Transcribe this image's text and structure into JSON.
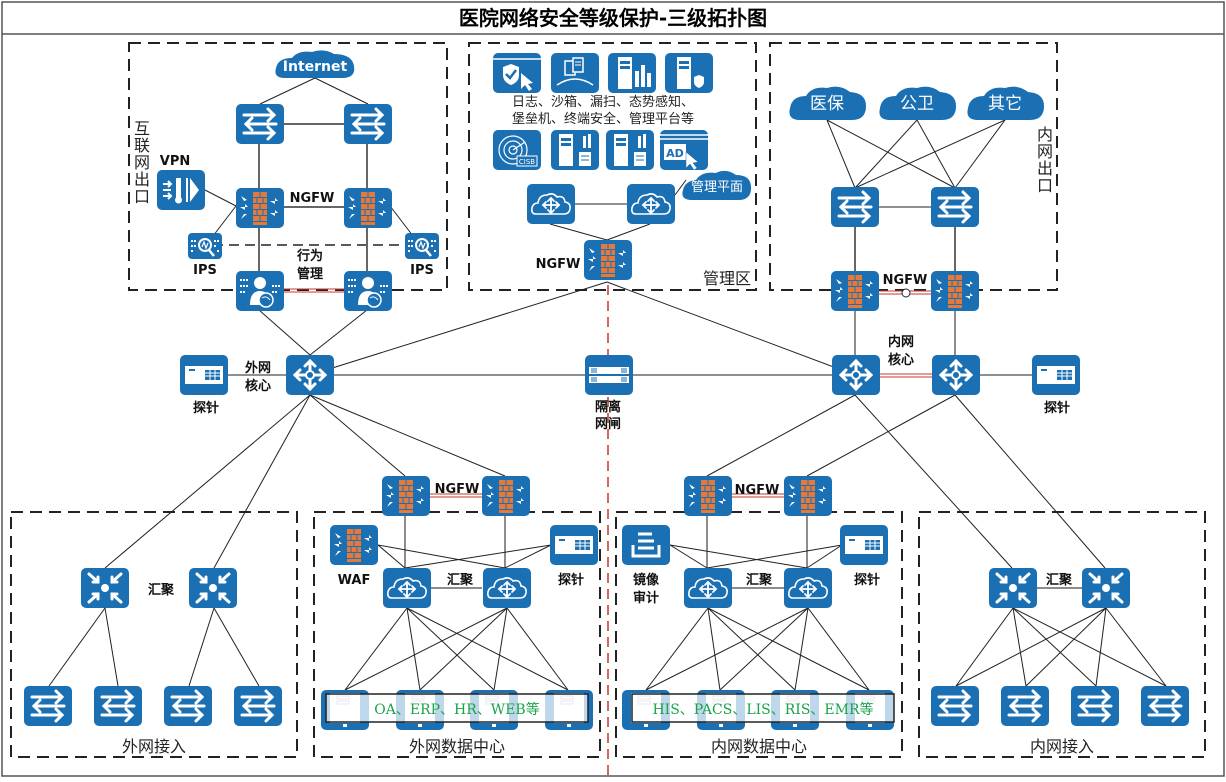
{
  "title": "医院网络安全等级保护-三级拓扑图",
  "colors": {
    "device_blue": "#1b6fb3",
    "firewall_brick": "#e5793a",
    "link_line": "#222222",
    "ha_link": "#c0392b",
    "isolation_line": "#c0392b",
    "app_text_green": "#1aa34a"
  },
  "zones": {
    "internet_exit": {
      "label_chars": [
        "互",
        "联",
        "网",
        "出",
        "口"
      ],
      "cloud": "Internet",
      "vpn_label": "VPN",
      "ngfw_label": "NGFW",
      "ips_left_label": "IPS",
      "ips_right_label": "IPS",
      "behavior_label_1": "行为",
      "behavior_label_2": "管理"
    },
    "management": {
      "label": "管理区",
      "desc_line1": "日志、沙箱、漏扫、态势感知、",
      "desc_line2": "堡垒机、终端安全、管理平台等",
      "ad_label": "AD",
      "plane_cloud": "管理平面",
      "ngfw_label": "NGFW"
    },
    "intranet_exit": {
      "label_chars": [
        "内",
        "网",
        "出",
        "口"
      ],
      "clouds": [
        "医保",
        "公卫",
        "其它"
      ],
      "ngfw_label": "NGFW"
    },
    "core": {
      "ext_core_1": "外网",
      "ext_core_2": "核心",
      "ext_probe": "探针",
      "gap_1": "隔离",
      "gap_2": "网闸",
      "int_core_1": "内网",
      "int_core_2": "核心",
      "int_probe": "探针"
    },
    "ext_access": {
      "label": "外网接入",
      "agg_label": "汇聚"
    },
    "ext_dc": {
      "label": "外网数据中心",
      "ngfw_label": "NGFW",
      "waf_label": "WAF",
      "agg_label": "汇聚",
      "probe_label": "探针",
      "apps": "OA、ERP、HR、WEB等"
    },
    "int_dc": {
      "label": "内网数据中心",
      "ngfw_label": "NGFW",
      "audit_1": "镜像",
      "audit_2": "审计",
      "agg_label": "汇聚",
      "probe_label": "探针",
      "apps": "HIS、PACS、LIS、RIS、EMR等"
    },
    "int_access": {
      "label": "内网接入",
      "agg_label": "汇聚"
    }
  }
}
